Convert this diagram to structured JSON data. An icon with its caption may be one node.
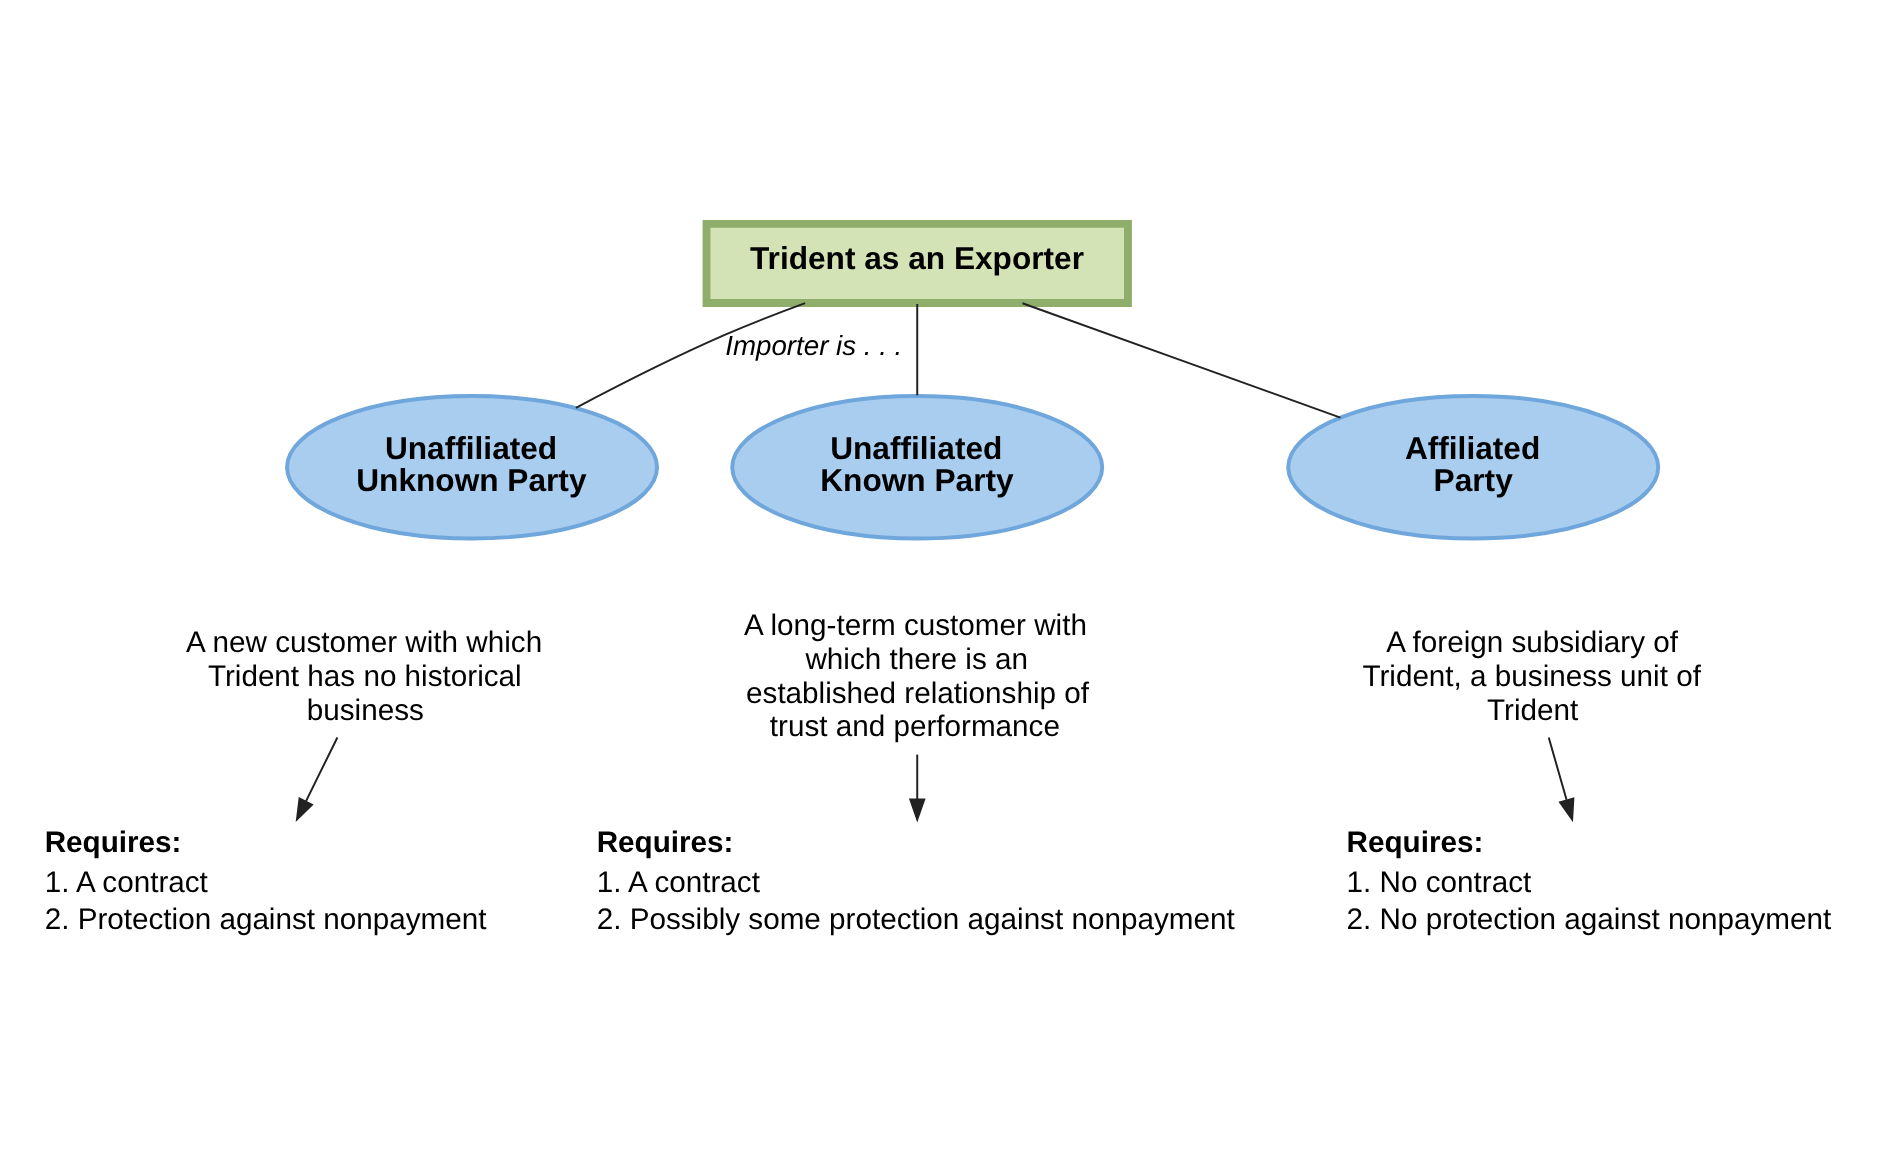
{
  "diagram": {
    "nodes": [
      {
        "text": [
          "Trident as an Exporter"
        ]
      },
      {
        "text": [
          "Unaffiliated Unknown Party"
        ]
      },
      {
        "text": [
          "Unaffiliated Known Party"
        ]
      },
      {
        "text": [
          "Affiliated Party"
        ]
      },
      {
        "text": [
          "A new customer with which Trident has no historical business"
        ]
      },
      {
        "text": [
          "A long-term customer with which there is an established relationship of trust and performance"
        ]
      },
      {
        "text": [
          "A foreign subsidiary of Trident, a business unit of Trident"
        ]
      },
      {
        "text": [
          "Requires:",
          "1. A contract",
          "2. Protection against nonpayment"
        ]
      },
      {
        "text": [
          "Requires:",
          "1. A contract",
          "2. Possibly some protection against nonpayment"
        ]
      },
      {
        "text": [
          "Requires:",
          "1. No contract",
          "2. No protection against nonpayment"
        ]
      }
    ],
    "edges": [
      {
        "from": 0,
        "to": 1,
        "arrow": "none",
        "label": "Importer is . . ."
      },
      {
        "from": 0,
        "to": 2,
        "arrow": "none"
      },
      {
        "from": 0,
        "to": 3,
        "arrow": "none"
      },
      {
        "from": 4,
        "to": 7,
        "arrow": "to"
      },
      {
        "from": 5,
        "to": 8,
        "arrow": "to"
      },
      {
        "from": 6,
        "to": 9,
        "arrow": "to"
      }
    ]
  }
}
